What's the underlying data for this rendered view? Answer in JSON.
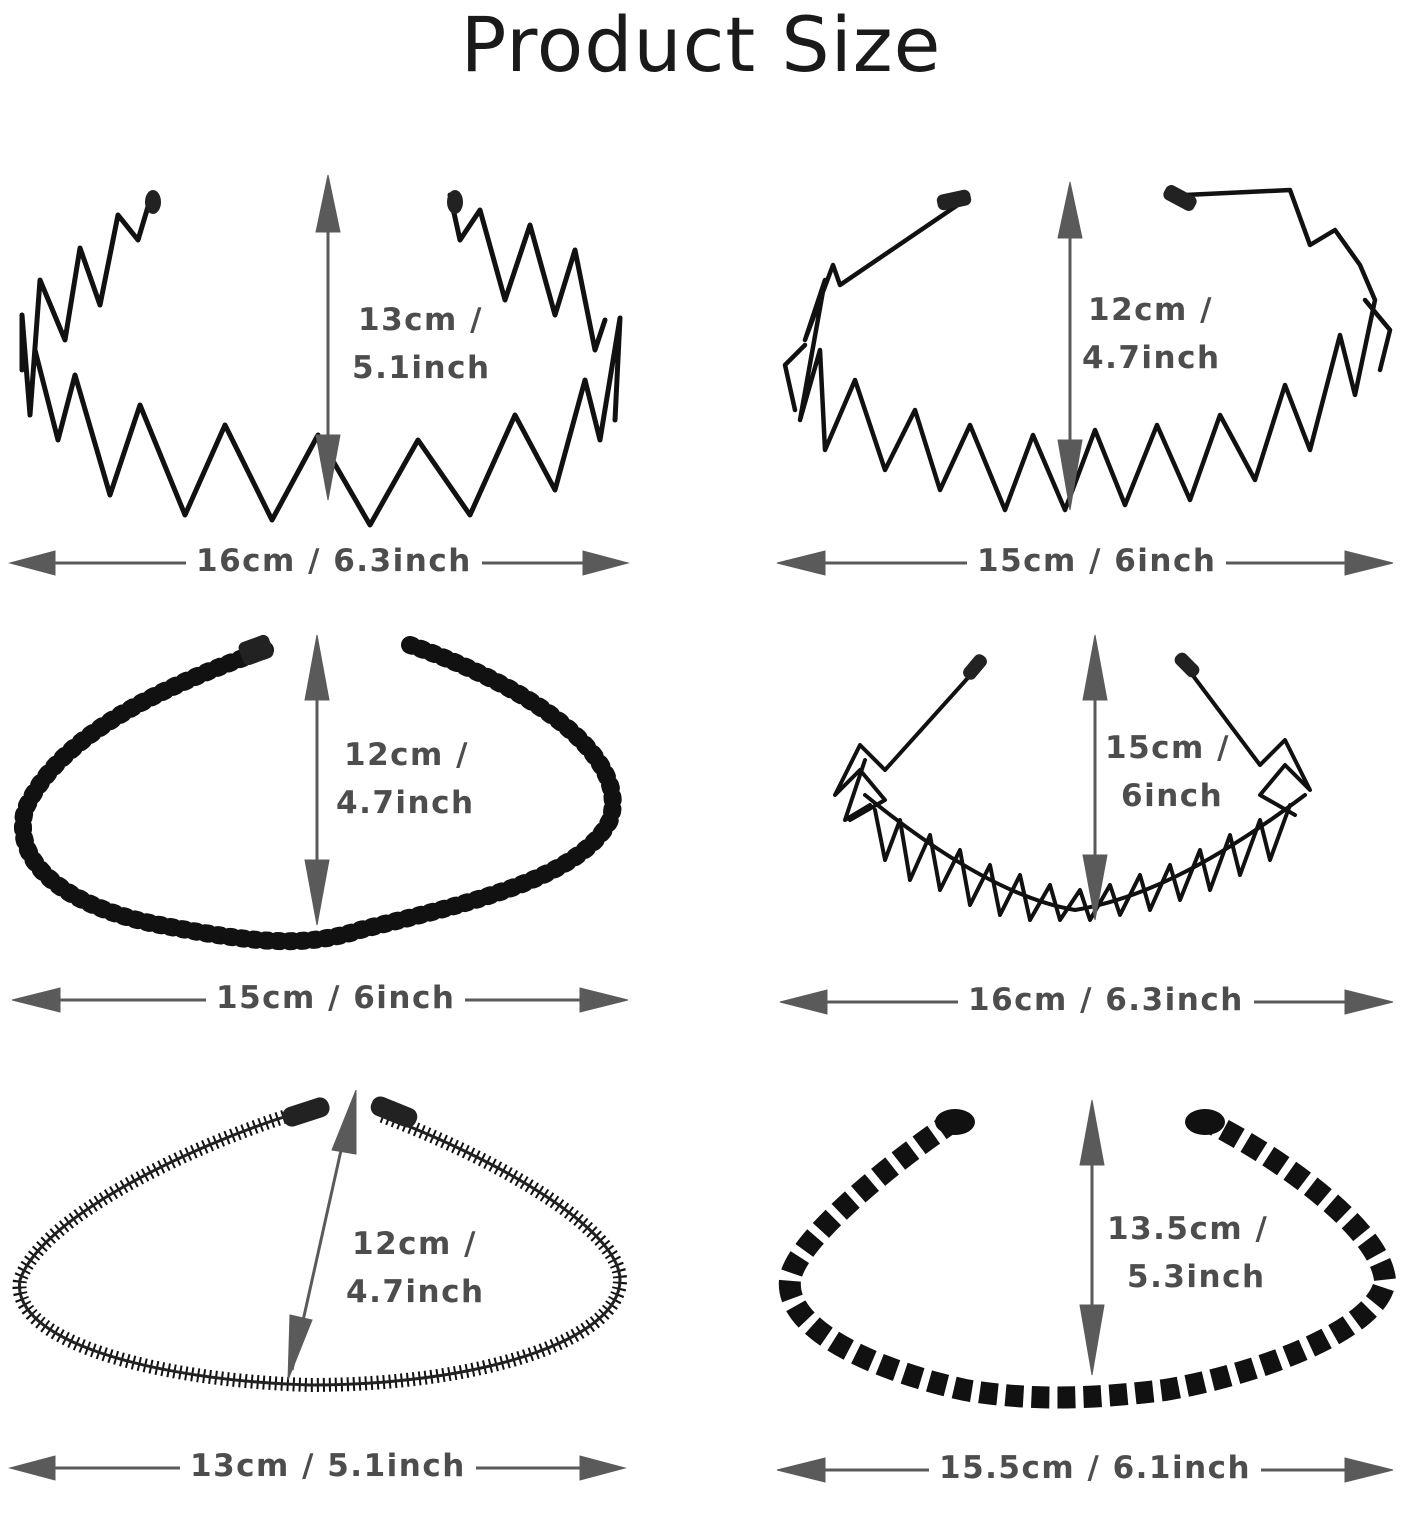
{
  "title": "Product Size",
  "colors": {
    "arrow": "#5a5a5a",
    "label": "#4d4d4d",
    "band": "#111111",
    "title": "#1a1a1a"
  },
  "headbands": [
    {
      "style": "zigzag-wave",
      "height_line1": "13cm /",
      "height_line2": "5.1inch",
      "width_label": "16cm / 6.3inch"
    },
    {
      "style": "wave-with-plain-ends",
      "height_line1": "12cm /",
      "height_line2": "4.7inch",
      "width_label": "15cm / 6inch"
    },
    {
      "style": "spiral-coil",
      "height_line1": "12cm /",
      "height_line2": "4.7inch",
      "width_label": "15cm / 6inch"
    },
    {
      "style": "comb-teeth",
      "height_line1": "15cm /",
      "height_line2": "6inch",
      "width_label": "16cm / 6.3inch"
    },
    {
      "style": "spring-covered",
      "height_line1": "12cm /",
      "height_line2": "4.7inch",
      "width_label": "13cm / 5.1inch"
    },
    {
      "style": "flat-wavy",
      "height_line1": "13.5cm /",
      "height_line2": "5.3inch",
      "width_label": "15.5cm / 6.1inch"
    }
  ]
}
